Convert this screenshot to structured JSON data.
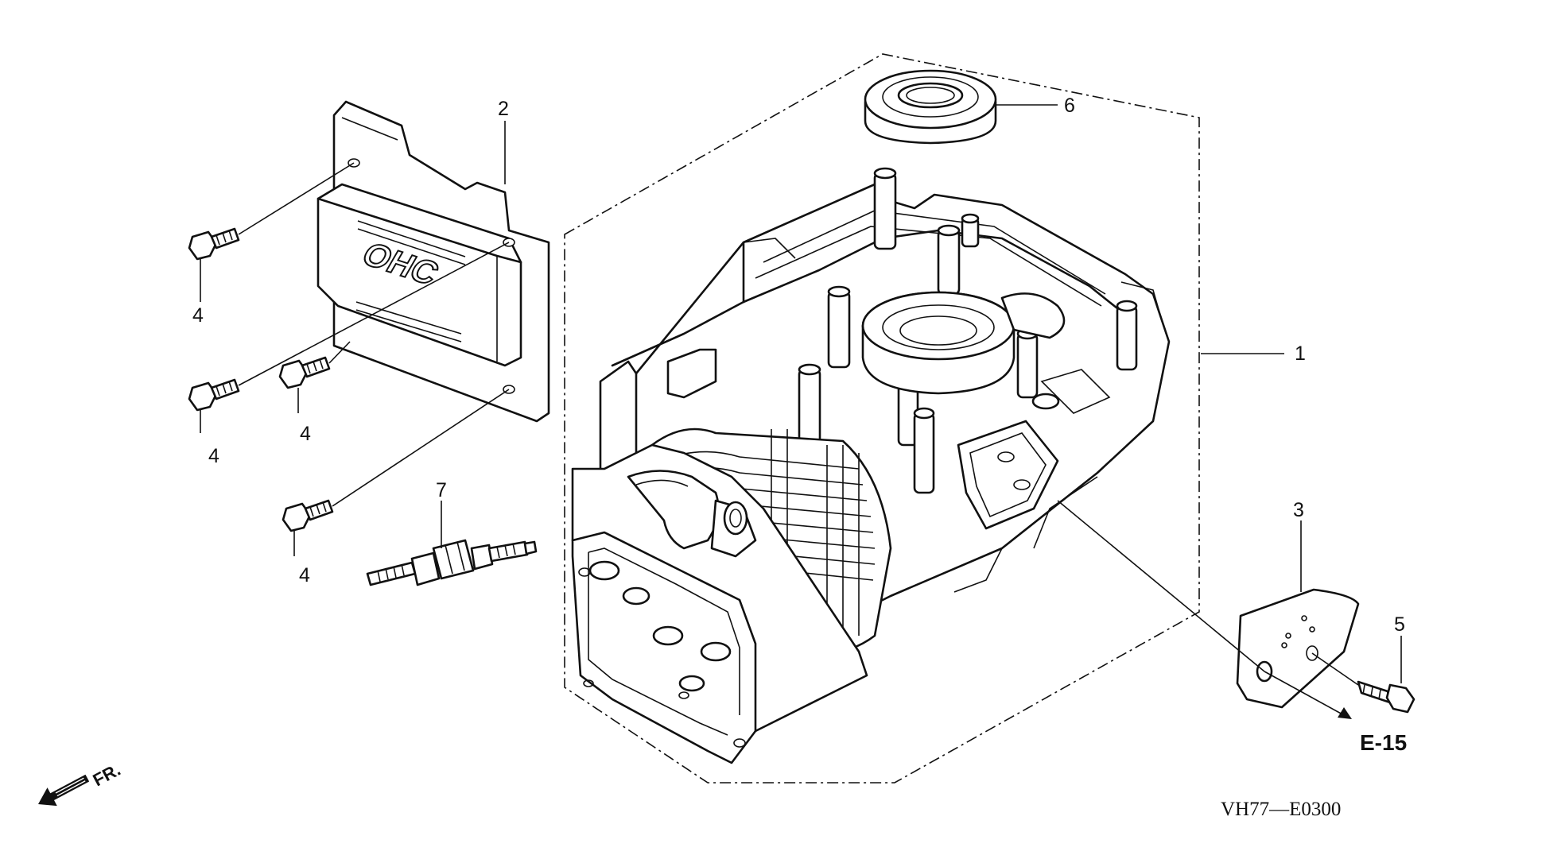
{
  "diagram": {
    "callouts": {
      "p1": "1",
      "p2": "2",
      "p3": "3",
      "p4a": "4",
      "p4b": "4",
      "p4c": "4",
      "p4d": "4",
      "p5": "5",
      "p6": "6",
      "p7": "7"
    },
    "reference": "E-15",
    "drawing_code": "VH77—E0300",
    "direction_label": "FR.",
    "cover_logo": "OHC"
  }
}
